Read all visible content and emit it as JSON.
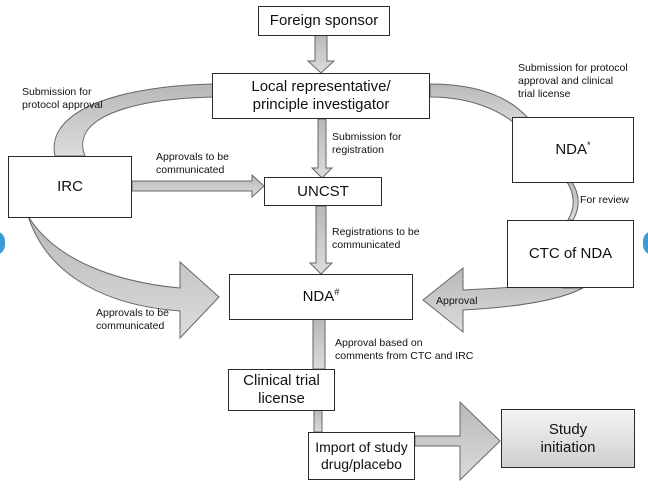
{
  "nodes": {
    "foreign_sponsor": "Foreign sponsor",
    "local_rep": [
      "Local representative/",
      "principle investigator"
    ],
    "irc": "IRC",
    "uncst": "UNCST",
    "nda_top": "NDA",
    "nda_top_mark": "*",
    "ctc": "CTC of NDA",
    "nda_mid": "NDA",
    "nda_mid_mark": "#",
    "license": [
      "Clinical trial",
      "license"
    ],
    "import": [
      "Import of study",
      "drug/placebo"
    ],
    "study": [
      "Study",
      "initiation"
    ]
  },
  "edge_labels": {
    "submission_protocol_left": [
      "Submission for",
      "protocol approval"
    ],
    "submission_protocol_right": [
      "Submission for protocol",
      "approval and clinical",
      "trial license"
    ],
    "submission_registration": [
      "Submission for",
      "registration"
    ],
    "approvals_communicated_top": [
      "Approvals to be",
      "communicated"
    ],
    "for_review": "For review",
    "registrations_communicated": [
      "Registrations to be",
      "communicated"
    ],
    "approval": "Approval",
    "approvals_communicated_bottom": [
      "Approvals to be",
      "communicated"
    ],
    "approval_based": [
      "Approval based on",
      "comments from CTC and IRC"
    ]
  },
  "colors": {
    "arrow_fill": "#c8c8c8",
    "arrow_stroke": "#666666",
    "box_border": "#2a2a2a",
    "edge_marker": "#3b9ad8"
  }
}
